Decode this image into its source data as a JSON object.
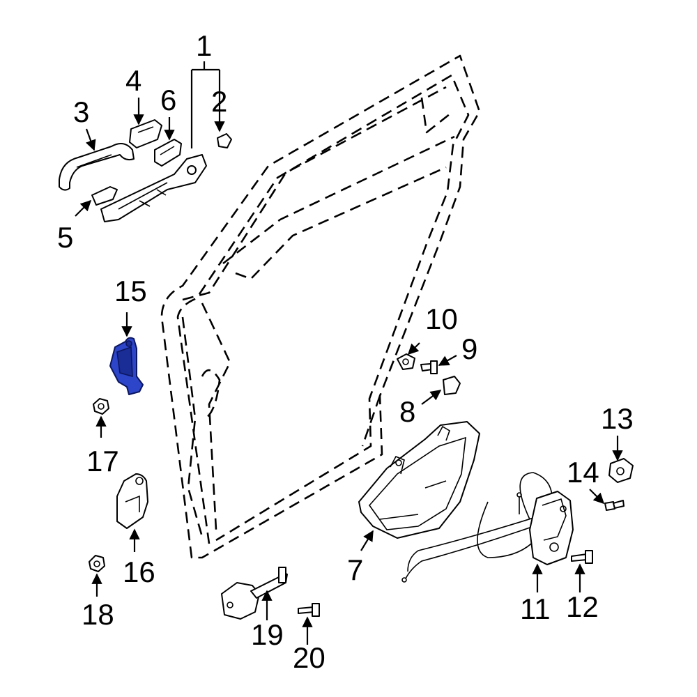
{
  "colors": {
    "highlight": "#2d45c8",
    "line": "#000000",
    "background": "#ffffff"
  },
  "callouts": {
    "c1": "1",
    "c2": "2",
    "c3": "3",
    "c4": "4",
    "c5": "5",
    "c6": "6",
    "c7": "7",
    "c8": "8",
    "c9": "9",
    "c10": "10",
    "c11": "11",
    "c12": "12",
    "c13": "13",
    "c14": "14",
    "c15": "15",
    "c16": "16",
    "c17": "17",
    "c18": "18",
    "c19": "19",
    "c20": "20"
  },
  "highlighted_part": "15"
}
